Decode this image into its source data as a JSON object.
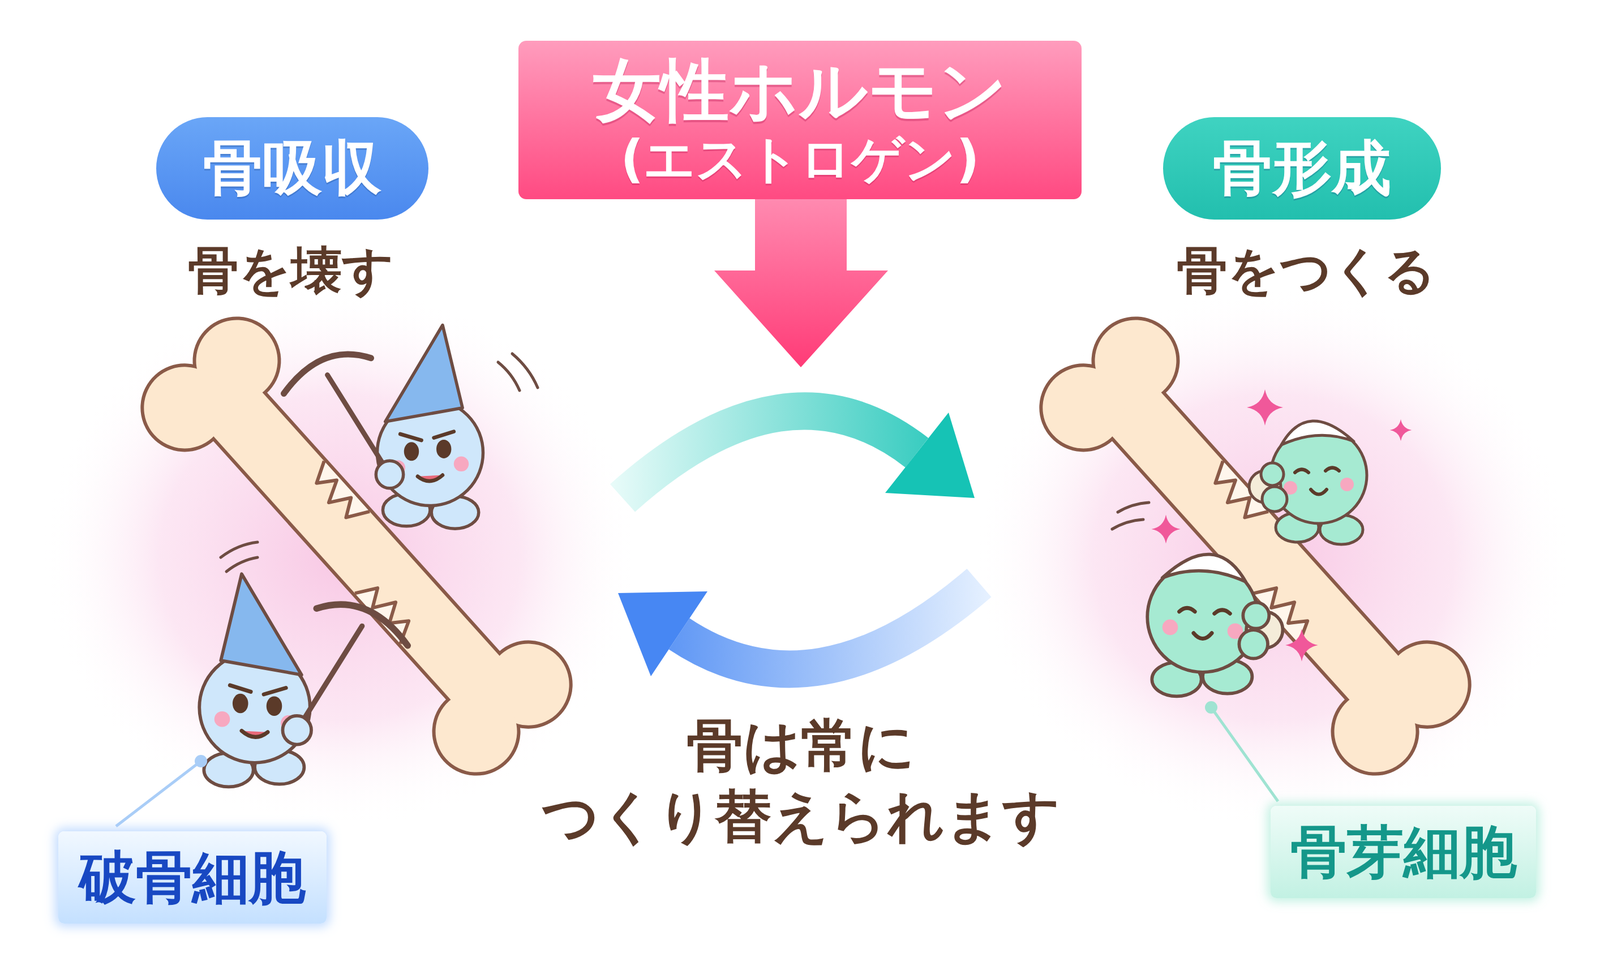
{
  "diagram": {
    "nodes": [
      {
        "text": [
          "女性ホルモン",
          "(エストロゲン)"
        ]
      },
      {
        "text": [
          "骨吸収"
        ]
      },
      {
        "text": [
          "骨形成"
        ]
      },
      {
        "text": [
          "破骨細胞"
        ]
      },
      {
        "text": [
          "骨芽細胞"
        ]
      }
    ],
    "labels": [
      "骨を壊す",
      "骨をつくる",
      "骨は常に つくり替えられます"
    ]
  }
}
